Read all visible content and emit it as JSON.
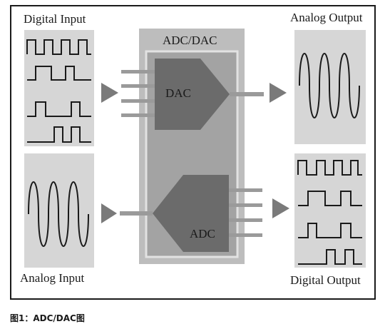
{
  "diagram": {
    "digital_input_label": "Digital Input",
    "analog_output_label": "Analog Output",
    "analog_input_label": "Analog Input",
    "digital_output_label": "Digital Output",
    "chip_label": "ADC/DAC",
    "dac_label": "DAC",
    "adc_label": "ADC"
  },
  "caption": "图1：ADC/DAC图",
  "colors": {
    "panel": "#d6d6d6",
    "chip_outer": "#bdbdbd",
    "chip_inner": "#9c9c9c",
    "block": "#6b6b6b",
    "arrow": "#7a7a7a",
    "wire": "#1a1a1a"
  }
}
